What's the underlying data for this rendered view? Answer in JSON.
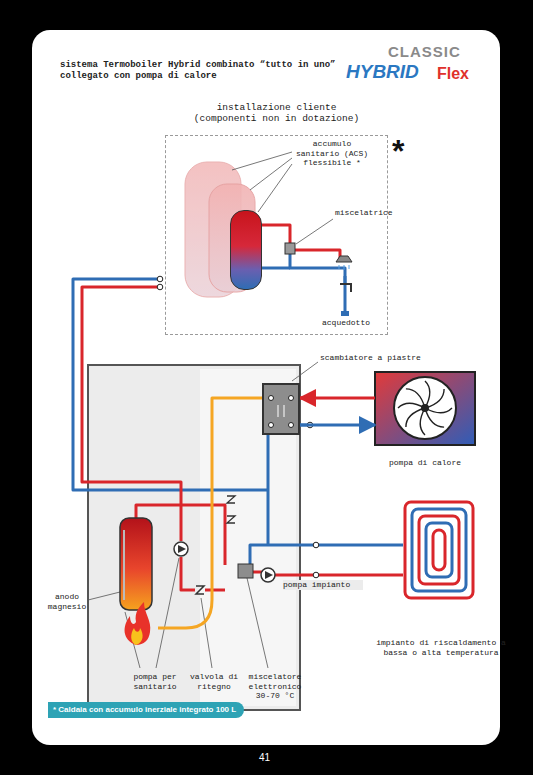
{
  "diagram": {
    "title": "sistema Termoboiler Hybrid combinato “tutto in uno” collegato con pompa di calore",
    "nodes": [
      {
        "text": [
          "installazione cliente (componenti non in dotazione)"
        ]
      },
      {
        "text": [
          "accumulo sanitario (ACS) flessibile *"
        ],
        "in": 0
      },
      {
        "text": [
          "scambiatore a piastre"
        ]
      },
      {
        "text": [
          "pompa di calore"
        ]
      },
      {
        "text": [
          "impianto di riscaldamento a bassa o alta temperatura"
        ]
      }
    ],
    "edges": [
      {
        "from": 3,
        "to": 2,
        "arrow": "to"
      },
      {
        "from": 2,
        "to": 3,
        "arrow": "to"
      }
    ],
    "labels": [
      "CLASSIC",
      "HYBRID",
      "Flex",
      "*",
      "miscelatrice",
      "acquedotto",
      "anodo magnesio",
      "pompa per sanitario",
      "valvola di ritegno",
      "miscelatore elettronico 30-70 °C",
      "pompa impianto",
      "* Caldaia con accumulo inerziale integrato 100 L",
      "41"
    ]
  }
}
